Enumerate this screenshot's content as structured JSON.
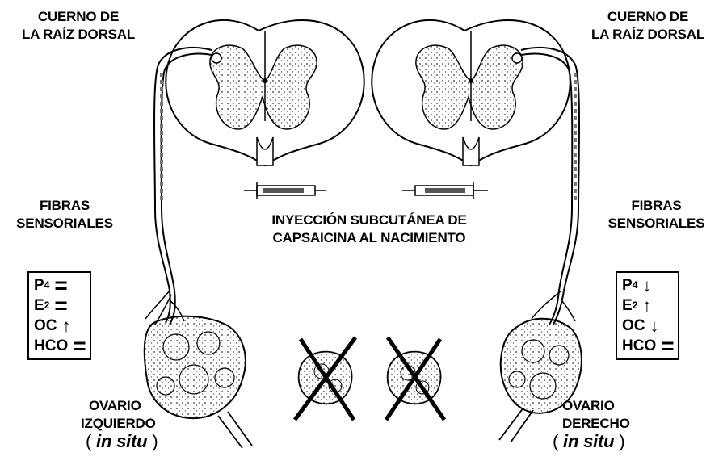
{
  "labels": {
    "top_left": [
      "CUERNO DE",
      "LA RAÍZ DORSAL"
    ],
    "top_right": [
      "CUERNO DE",
      "LA RAÍZ DORSAL"
    ],
    "fibers_left": [
      "FIBRAS",
      "SENSORIALES"
    ],
    "fibers_right": [
      "FIBRAS",
      "SENSORIALES"
    ],
    "center": [
      "INYECCIÓN SUBCUTÁNEA DE",
      "CAPSAICINA AL NACIMIENTO"
    ],
    "ovary_left": [
      "OVARIO",
      "IZQUIERDO"
    ],
    "ovary_right": [
      "OVARIO",
      "DERECHO"
    ],
    "insitu_open": "( ",
    "insitu_text": "in situ",
    "insitu_close": " )"
  },
  "left_box": [
    {
      "name": "P",
      "sub": "4",
      "symbol": "="
    },
    {
      "name": "E",
      "sub": "2",
      "symbol": "="
    },
    {
      "name": "OC",
      "sub": "",
      "symbol": "↑"
    },
    {
      "name": "HCO",
      "sub": "",
      "symbol": "="
    }
  ],
  "right_box": [
    {
      "name": "P",
      "sub": "4",
      "symbol": "↓"
    },
    {
      "name": "E",
      "sub": "2",
      "symbol": "↑"
    },
    {
      "name": "OC",
      "sub": "",
      "symbol": "↓"
    },
    {
      "name": "HCO",
      "sub": "",
      "symbol": "="
    }
  ],
  "colors": {
    "ink": "#000000",
    "stipple": "#333333",
    "background": "#ffffff"
  }
}
